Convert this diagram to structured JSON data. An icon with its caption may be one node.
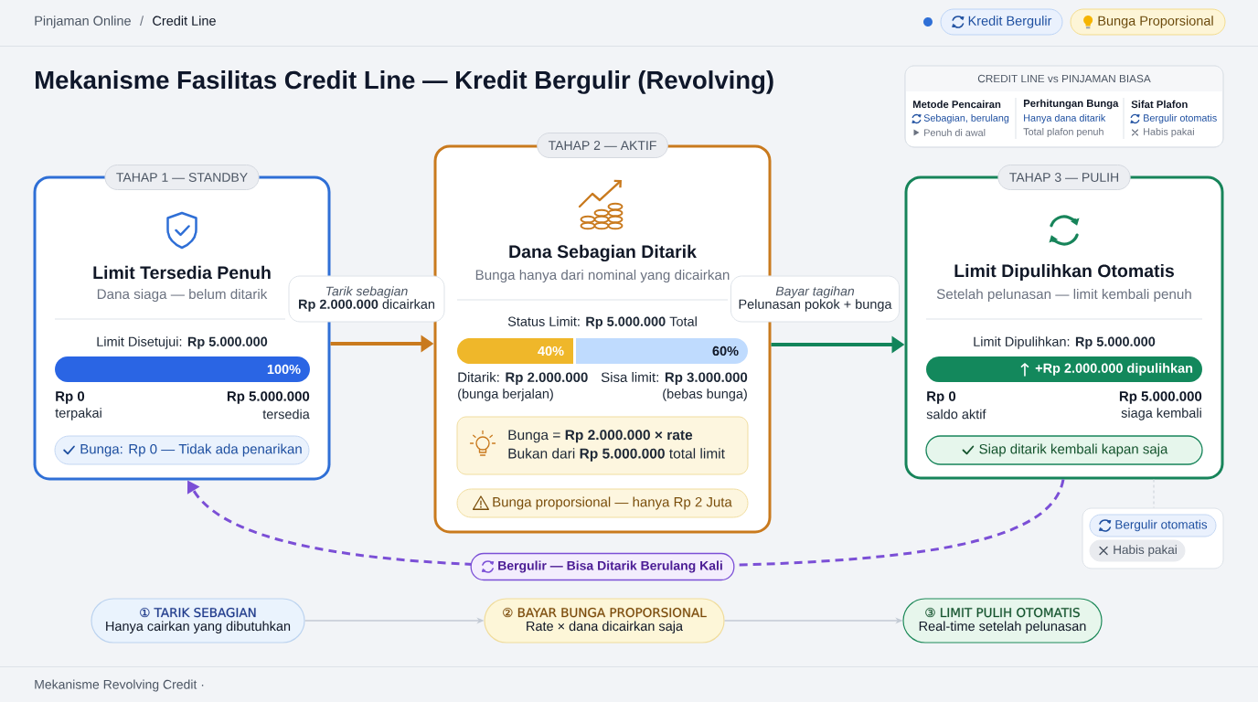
{
  "diagram": {
    "title": "Mekanisme Fasilitas Credit Line — Kredit Bergulir (Revolving)",
    "nodes": [
      {
        "text": [
          "Kredit Bergulir"
        ]
      },
      {
        "text": [
          "Bunga Proporsional"
        ]
      },
      {
        "text": [
          "CREDIT LINE vs PINJAMAN BIASA",
          "Metode Pencairan",
          "Perhitungan Bunga",
          "Sifat Plafon",
          "Sebagian, berulang",
          "Hanya dana ditarik",
          "Bergulir otomatis",
          "Penuh di awal",
          "Total plafon penuh",
          "Habis pakai"
        ]
      },
      {
        "text": [
          "TAHAP 1 — STANDBY",
          "Limit Tersedia Penuh",
          "Dana siaga — belum ditarik",
          "Limit Disetujui: **Rp 5.000.000**",
          "Rp 0",
          "terpakai",
          "Rp 5.000.000",
          "tersedia"
        ]
      },
      {
        "text": [
          "100%"
        ],
        "in": 3
      },
      {
        "text": [
          "Bunga: Rp 0 — Tidak ada penarikan"
        ],
        "in": 3
      },
      {
        "text": [
          "Tarik sebagian",
          "**Rp 2.000.000** dicairkan"
        ]
      },
      {
        "text": [
          "TAHAP 2 — AKTIF",
          "Dana Sebagian Ditarik",
          "Bunga hanya dari nominal yang dicairkan",
          "Status Limit: **Rp 5.000.000** Total",
          "Ditarik: **Rp 2.000.000**",
          "(bunga berjalan)",
          "Sisa limit: **Rp 3.000.000**",
          "(bebas bunga)"
        ]
      },
      {
        "text": [
          "40%"
        ],
        "in": 7
      },
      {
        "text": [
          "60%"
        ],
        "in": 7
      },
      {
        "text": [
          "Bunga = **Rp 2.000.000 × rate**",
          "Bukan dari **Rp 5.000.000** total limit"
        ],
        "in": 7
      },
      {
        "text": [
          "Bunga proporsional — hanya Rp 2 Juta"
        ],
        "in": 7
      },
      {
        "text": [
          "Bayar tagihan",
          "Pelunasan pokok + bunga"
        ]
      },
      {
        "text": [
          "TAHAP 3 — PULIH",
          "Limit Dipulihkan Otomatis",
          "Setelah pelunasan — limit kembali penuh",
          "Limit Dipulihkan: **Rp 5.000.000**",
          "Rp 0",
          "saldo aktif",
          "Rp 5.000.000",
          "siaga kembali"
        ]
      },
      {
        "text": [
          "+Rp 2.000.000 dipulihkan"
        ],
        "in": 13
      },
      {
        "text": [
          "Siap ditarik kembali kapan saja"
        ],
        "in": 13
      },
      {
        "text": [],
        "shape": "box"
      },
      {
        "text": [
          "Bergulir otomatis"
        ],
        "in": 16
      },
      {
        "text": [
          "Habis pakai"
        ],
        "in": 16
      },
      {
        "text": [
          "① TARIK SEBAGIAN",
          "Hanya cairkan yang dibutuhkan"
        ]
      },
      {
        "text": [
          "② BAYAR BUNGA PROPORSIONAL",
          "Rate × dana dicairkan saja"
        ]
      },
      {
        "text": [
          "③ LIMIT PULIH OTOMATIS",
          "Real-time setelah pelunasan"
        ]
      }
    ],
    "edges": [
      {
        "from": 3,
        "to": 7,
        "arrow": "to",
        "style": "thick",
        "color": "#c97a1e"
      },
      {
        "from": 7,
        "to": 13,
        "arrow": "to",
        "style": "thick",
        "color": "#12845a"
      },
      {
        "from": 13,
        "to": 3,
        "arrow": "to",
        "label": "Bergulir — Bisa Ditarik Berulang Kali",
        "style": "dashed",
        "color": "#7b4fd6"
      },
      {
        "from": 13,
        "to": 16,
        "arrow": "none",
        "style": "dashed",
        "color": "#cfd5dd"
      },
      {
        "from": 19,
        "to": 20,
        "arrow": "to",
        "color": "#c3cad4"
      },
      {
        "from": 20,
        "to": 21,
        "arrow": "to",
        "color": "#c3cad4"
      }
    ],
    "labels": [
      "Pinjaman Online",
      "/",
      "Credit Line",
      "Mekanisme Revolving Credit ·"
    ]
  }
}
